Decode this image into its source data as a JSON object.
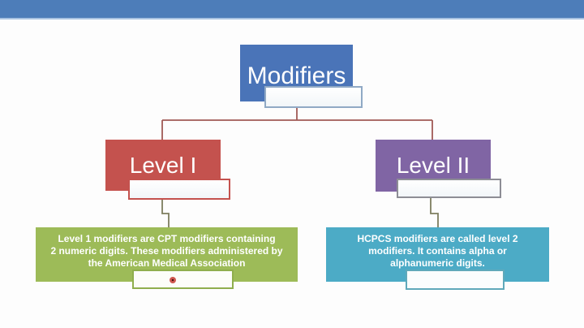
{
  "slide": {
    "diagram": {
      "root": {
        "label": "Modifiers"
      },
      "children": [
        {
          "label": "Level I"
        },
        {
          "label": "Level II"
        }
      ],
      "level1_description": {
        "lines": [
          "Level 1 modifiers are CPT modifiers containing",
          "2  numeric digits. These modifiers administered by",
          "the American Medical Association"
        ]
      },
      "level2_description": {
        "lines": [
          "HCPCS modifiers are called level 2",
          "modifiers. It contains alpha or",
          "alphanumeric digits."
        ]
      }
    },
    "colors": {
      "top_bar": "#4d7db9",
      "top_bar_edge": "#a9c3e2",
      "root_fill": "#4a74b8",
      "level1_fill": "#c4524e",
      "level2_fill": "#8065a4",
      "level1_desc_fill": "#9dbb58",
      "level2_desc_fill": "#4cabc6",
      "connector_upper": "#a05a55",
      "connector_lower": "#7e7e5e",
      "pointer_dot": "#cf5850",
      "text": "#ffffff"
    }
  }
}
